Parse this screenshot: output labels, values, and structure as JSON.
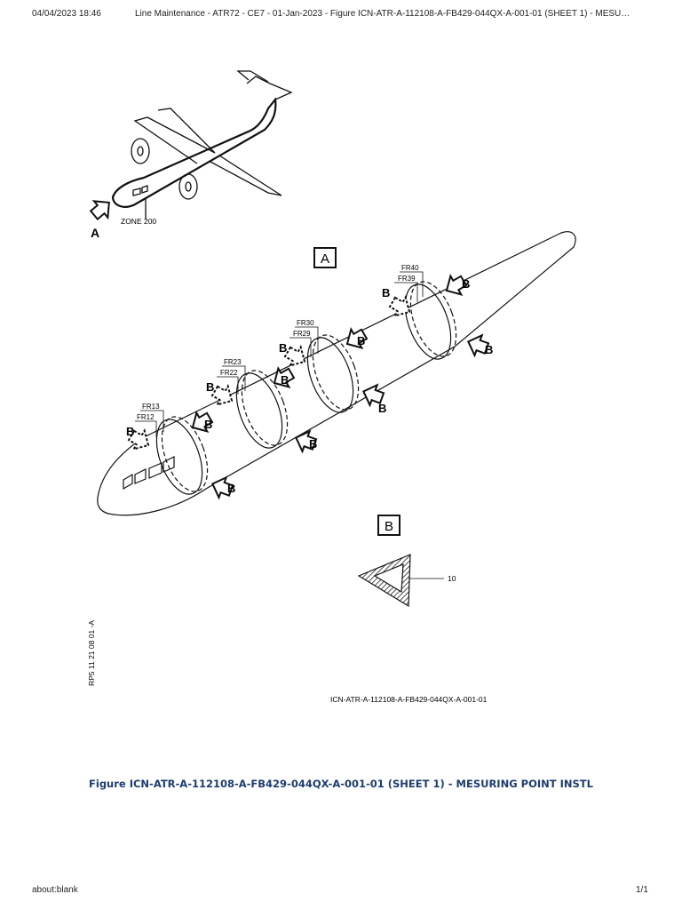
{
  "header": {
    "datetime": "04/04/2023 18:46",
    "title": "Line Maintenance - ATR72 - CE7 - 01-Jan-2023 - Figure ICN-ATR-A-112108-A-FB429-044QX-A-001-01 (SHEET 1) - MESU…"
  },
  "figure": {
    "view_a_label": "A",
    "zone_label": "ZONE 200",
    "detail_a_box": "A",
    "detail_b_box": "B",
    "frame_labels": [
      "FR40",
      "FR39",
      "FR30",
      "FR29",
      "FR23",
      "FR22",
      "FR13",
      "FR12"
    ],
    "callout_letter": "B",
    "item_number": "10",
    "side_code": "RP5 11 21 08 01 -A",
    "icn": "ICN-ATR-A-112108-A-FB429-044QX-A-001-01"
  },
  "caption": "Figure ICN-ATR-A-112108-A-FB429-044QX-A-001-01 (SHEET 1) - MESURING POINT INSTL",
  "footer": {
    "url": "about:blank",
    "page": "1/1"
  }
}
